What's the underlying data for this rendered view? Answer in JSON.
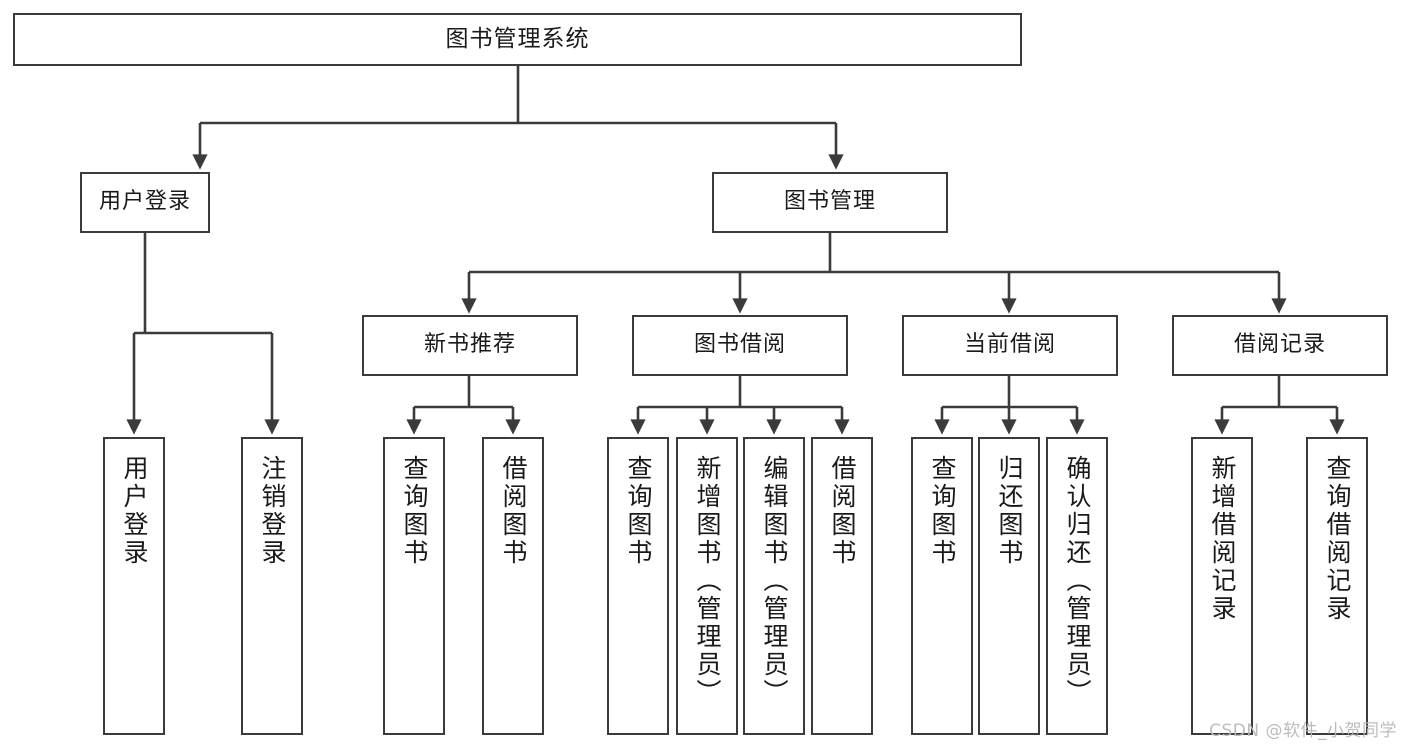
{
  "diagram": {
    "title": "图书管理系统",
    "type": "tree-hierarchy-chart",
    "root": {
      "label": "图书管理系统"
    },
    "level2": [
      {
        "label": "用户登录"
      },
      {
        "label": "图书管理"
      }
    ],
    "level3": [
      {
        "label": "新书推荐"
      },
      {
        "label": "图书借阅"
      },
      {
        "label": "当前借阅"
      },
      {
        "label": "借阅记录"
      }
    ],
    "leaves": {
      "user_login": [
        {
          "label": "用户登录"
        },
        {
          "label": "注销登录"
        }
      ],
      "new_book_recommend": [
        {
          "label": "查询图书"
        },
        {
          "label": "借阅图书"
        }
      ],
      "book_borrow": [
        {
          "label": "查询图书"
        },
        {
          "label": "新增图书（管理员）"
        },
        {
          "label": "编辑图书（管理员）"
        },
        {
          "label": "借阅图书"
        }
      ],
      "current_borrow": [
        {
          "label": "查询图书"
        },
        {
          "label": "归还图书"
        },
        {
          "label": "确认归还（管理员）"
        }
      ],
      "borrow_record": [
        {
          "label": "新增借阅记录"
        },
        {
          "label": "查询借阅记录"
        }
      ]
    }
  },
  "watermark": {
    "text": "CSDN @软件_小贺同学"
  },
  "colors": {
    "stroke": "#3b3b3b",
    "text": "#1a1a1a",
    "background": "#ffffff",
    "watermark": "#b9b9b9"
  }
}
